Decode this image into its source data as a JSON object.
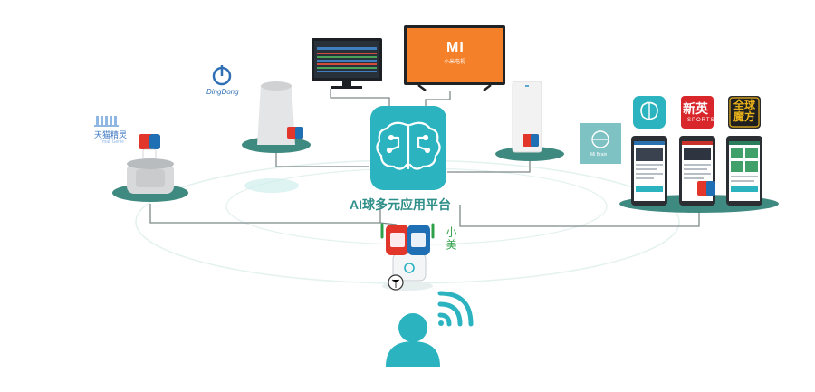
{
  "platform": {
    "title": "AI球多元应用平台",
    "icon": "brain-circuit-icon"
  },
  "mascot": {
    "name_vertical": "小美"
  },
  "devices": {
    "tmall": {
      "brand": "天猫精灵",
      "sub": "Tmall Genie"
    },
    "dingdong": {
      "brand": "DingDong"
    },
    "xiaomi_tv": {
      "logo": "MI",
      "sub": "小米电视"
    },
    "mi_brain": {
      "label": "Mi Brain"
    }
  },
  "apps": [
    {
      "name": "ai-brain-app",
      "icon": "brain-circuit-icon"
    },
    {
      "name": "xinying-sports-app",
      "title": "新英",
      "sub": "SPORTS"
    },
    {
      "name": "global-magic-app",
      "title": "全球魔方"
    }
  ],
  "colors": {
    "teal": "#2bb3c0",
    "platform_dark": "#2e8e88",
    "mi_orange": "#f4802a",
    "red": "#e2362b",
    "blue": "#1f6fb5"
  }
}
